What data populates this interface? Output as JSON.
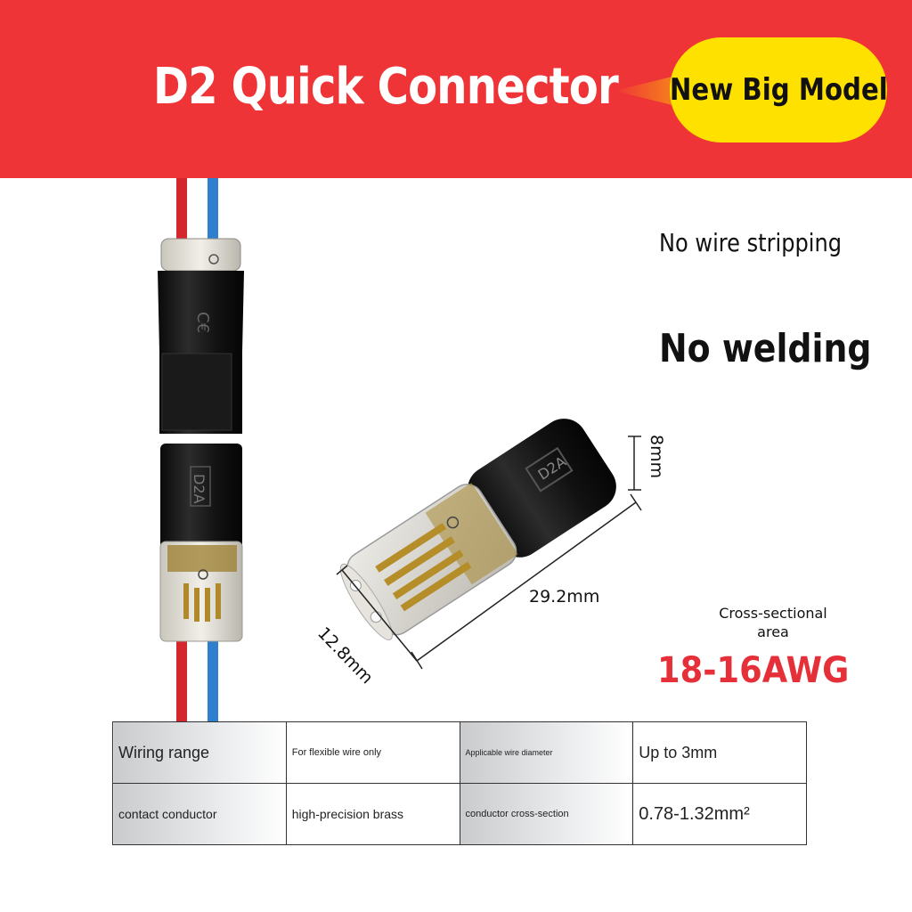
{
  "banner": {
    "title": "D2 Quick Connector",
    "badge": "New Big Model",
    "background": "#ee3436",
    "badge_color": "#ffe100"
  },
  "features": [
    "No wire stripping",
    "No welding"
  ],
  "cross_section": {
    "label": "Cross-sectional area",
    "value": "18-16AWG",
    "value_color": "#e5303a"
  },
  "dimensions": {
    "length": "29.2mm",
    "width": "12.8mm",
    "height": "8mm"
  },
  "product_marking": "D2A",
  "spec_table": {
    "rows": [
      [
        "Wiring range",
        "For flexible wire only",
        "Applicable wire diameter",
        "Up to 3mm"
      ],
      [
        "contact conductor",
        "high-precision brass",
        "conductor cross-section",
        "0.78-1.32mm²"
      ]
    ]
  }
}
